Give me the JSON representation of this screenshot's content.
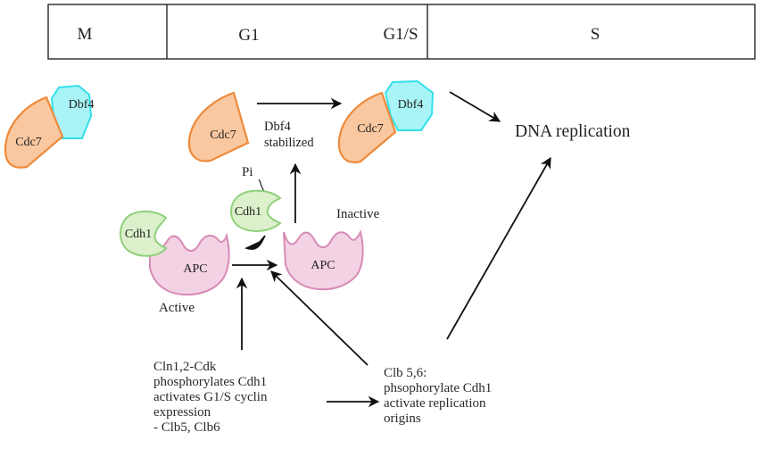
{
  "phase_bar": {
    "phases": [
      {
        "label": "M"
      },
      {
        "label": "G1"
      },
      {
        "label": "G1/S"
      },
      {
        "label": "S"
      }
    ]
  },
  "proteins": {
    "cdc7": "Cdc7",
    "dbf4": "Dbf4",
    "cdh1": "Cdh1",
    "apc": "APC",
    "pi": "Pi"
  },
  "labels": {
    "dbf4_stabilized": "Dbf4\nstabilized",
    "inactive": "Inactive",
    "active": "Active",
    "dna_replication": "DNA replication",
    "cln_cdk": "Cln1,2-Cdk\nphosphorylates Cdh1\nactivates G1/S cyclin\nexpression\n- Clb5, Clb6",
    "clb56": "Clb 5,6:\nphsophorylate Cdh1\nactivate replication\norigins"
  },
  "colors": {
    "cdc7_fill": "#f9c8a0",
    "cdc7_stroke": "#ee8a3a",
    "dbf4_fill": "#a8f4f6",
    "dbf4_stroke": "#33e0ea",
    "cdh1_fill": "#dcf0cc",
    "cdh1_stroke": "#8fd07a",
    "apc_fill": "#f3d2e4",
    "apc_stroke": "#d78bb5"
  }
}
